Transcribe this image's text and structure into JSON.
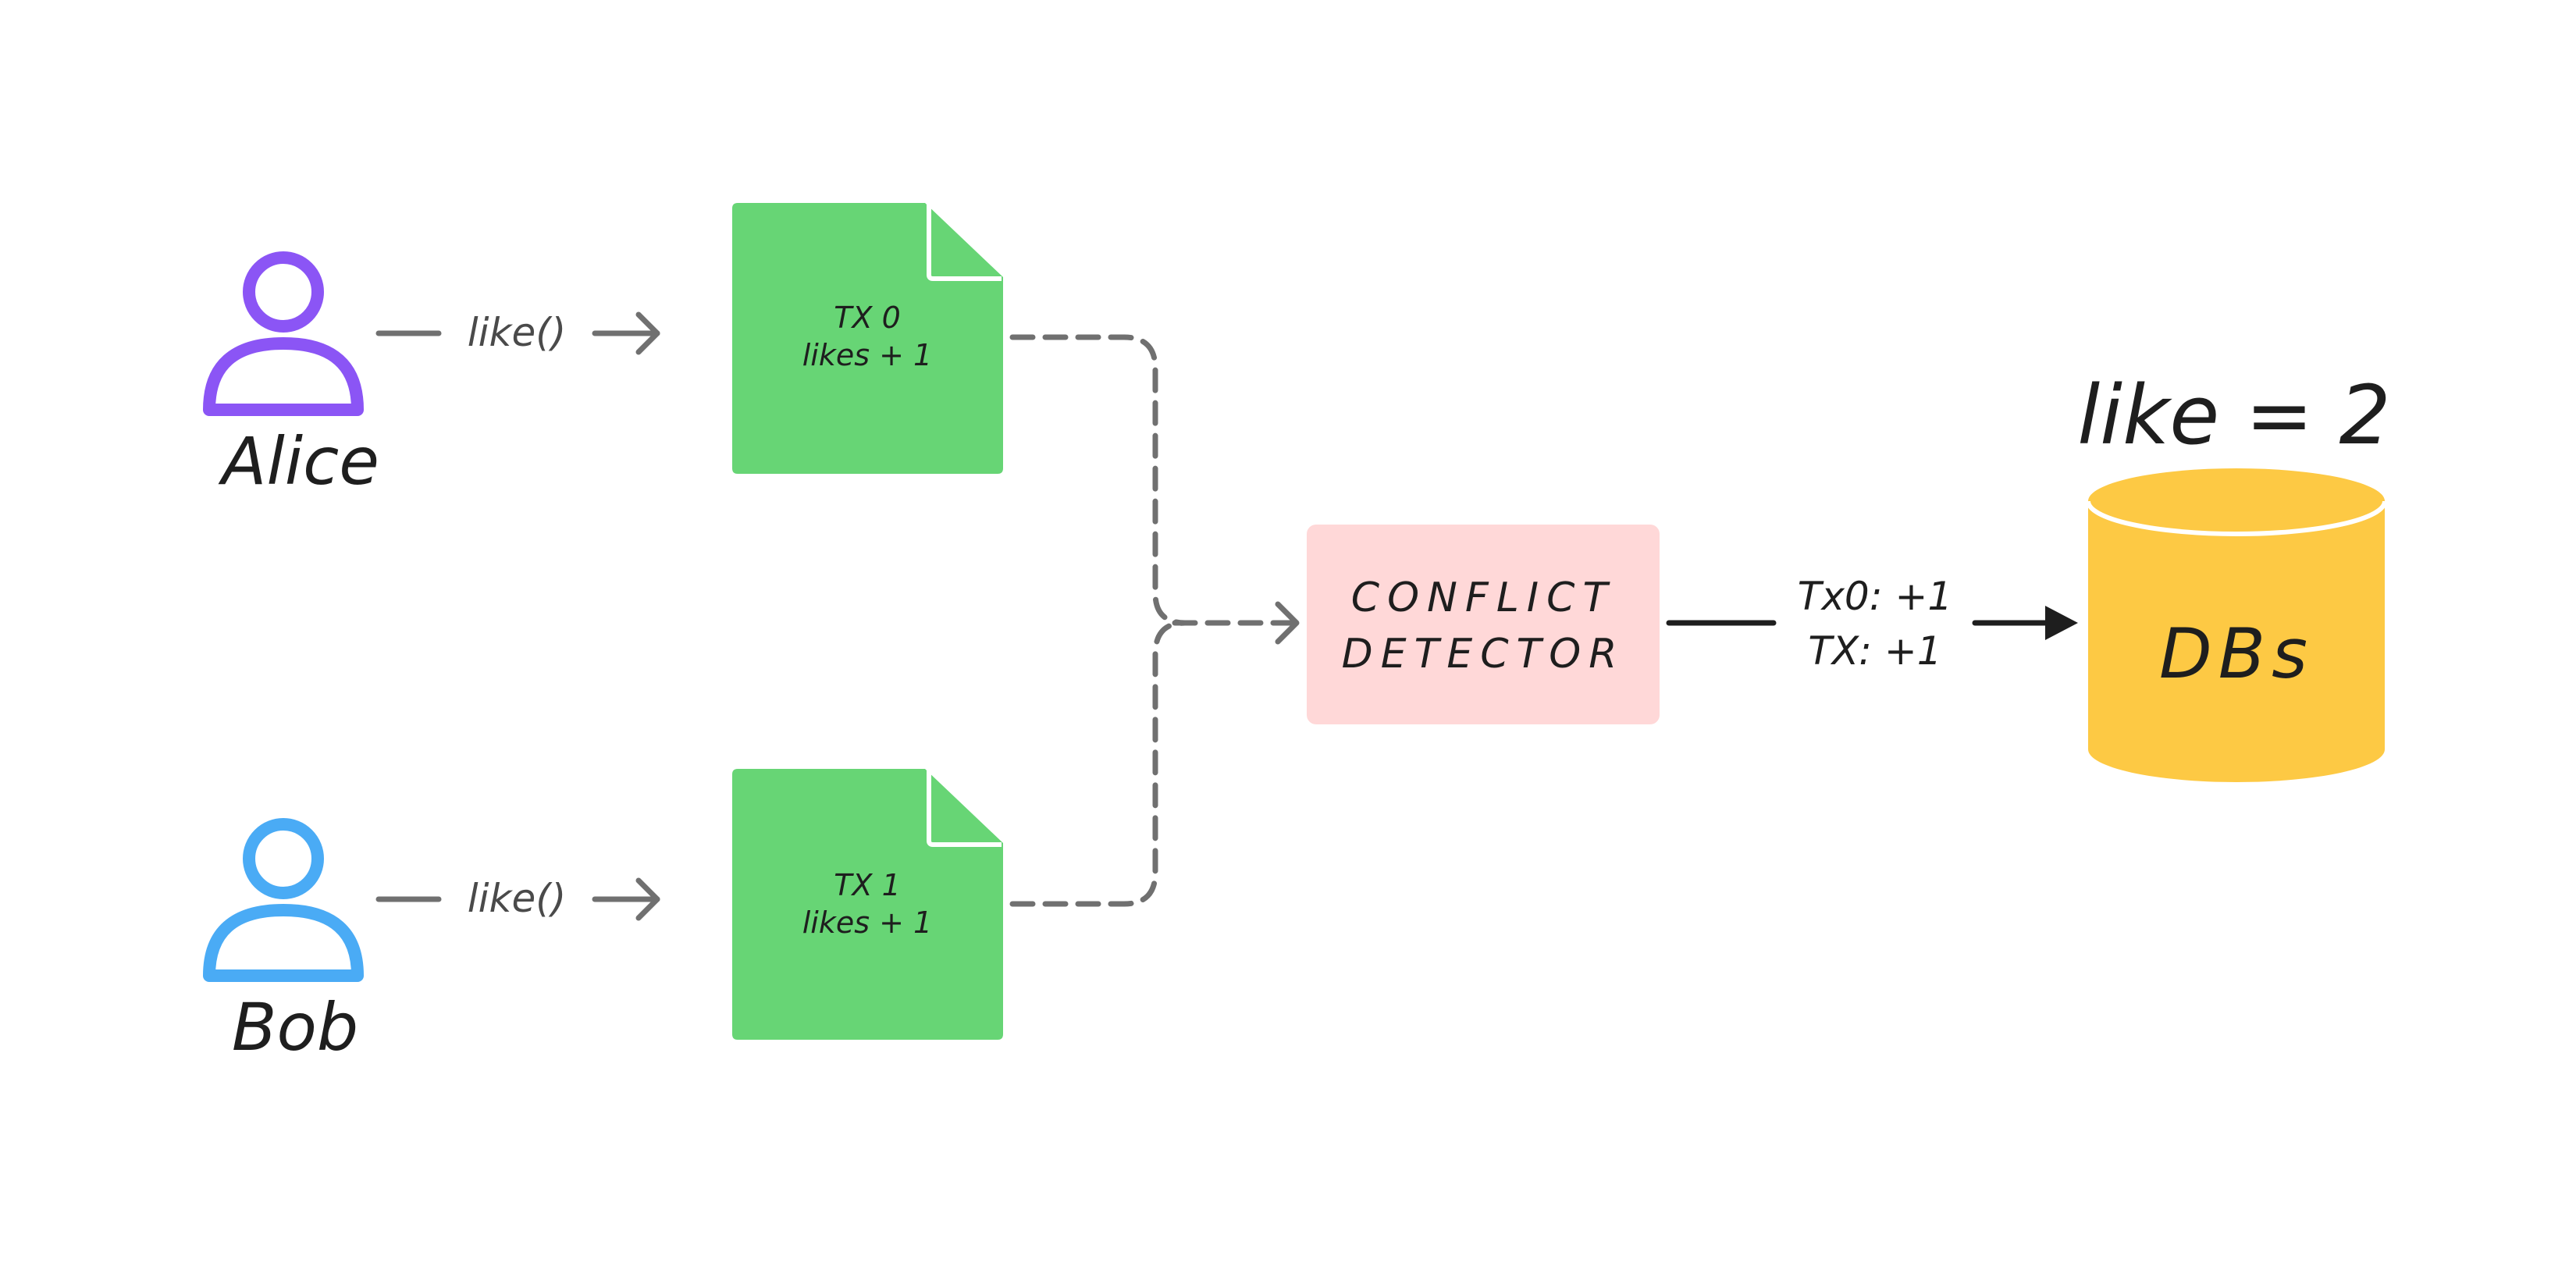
{
  "colors": {
    "background": "#ffffff",
    "alice": "#8b55f5",
    "bob": "#4aabf5",
    "transaction_doc": "#67d575",
    "conflict_detector": "#ffd8d8",
    "database": "#fdc944",
    "connector_grey": "#707070",
    "connector_dark": "#1e1e1e"
  },
  "users": [
    {
      "name": "Alice",
      "icon": "user-icon",
      "call": "like()"
    },
    {
      "name": "Bob",
      "icon": "user-icon",
      "call": "like()"
    }
  ],
  "transactions": [
    {
      "line1": "TX 0",
      "line2": "likes + 1",
      "icon": "document-icon"
    },
    {
      "line1": "TX 1",
      "line2": "likes + 1",
      "icon": "document-icon"
    }
  ],
  "conflict_detector": {
    "line1": "CONFLICT",
    "line2": "DETECTOR"
  },
  "output_edge": {
    "line1": "Tx0: +1",
    "line2": "TX: +1"
  },
  "database": {
    "label": "DBs",
    "caption": "like = 2",
    "icon": "database-cylinder-icon"
  }
}
